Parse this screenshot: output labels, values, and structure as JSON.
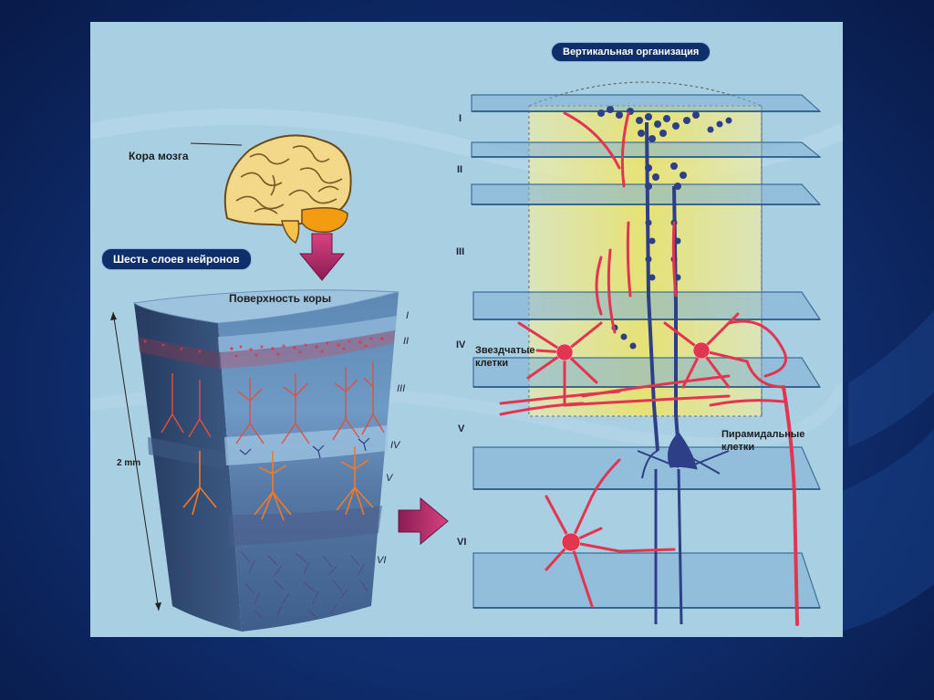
{
  "labels": {
    "cortex": "Кора мозга",
    "six_layers": "Шесть слоев нейронов",
    "surface": "Поверхность коры",
    "vertical": "Вертикальная организация",
    "stellate_1": "Звездчатые",
    "stellate_2": "клетки",
    "pyramidal_1": "Пирамидальные",
    "pyramidal_2": "клетки",
    "thickness": "2 mm"
  },
  "block_layers": [
    "I",
    "II",
    "III",
    "IV",
    "V",
    "VI"
  ],
  "stack_layers": [
    "I",
    "II",
    "III",
    "IV",
    "V",
    "VI"
  ],
  "colors": {
    "panel": "#a9cfe3",
    "neuron_red": "#e2354f",
    "neuron_blue": "#2d3f86",
    "glow": "#f4ea8a"
  }
}
